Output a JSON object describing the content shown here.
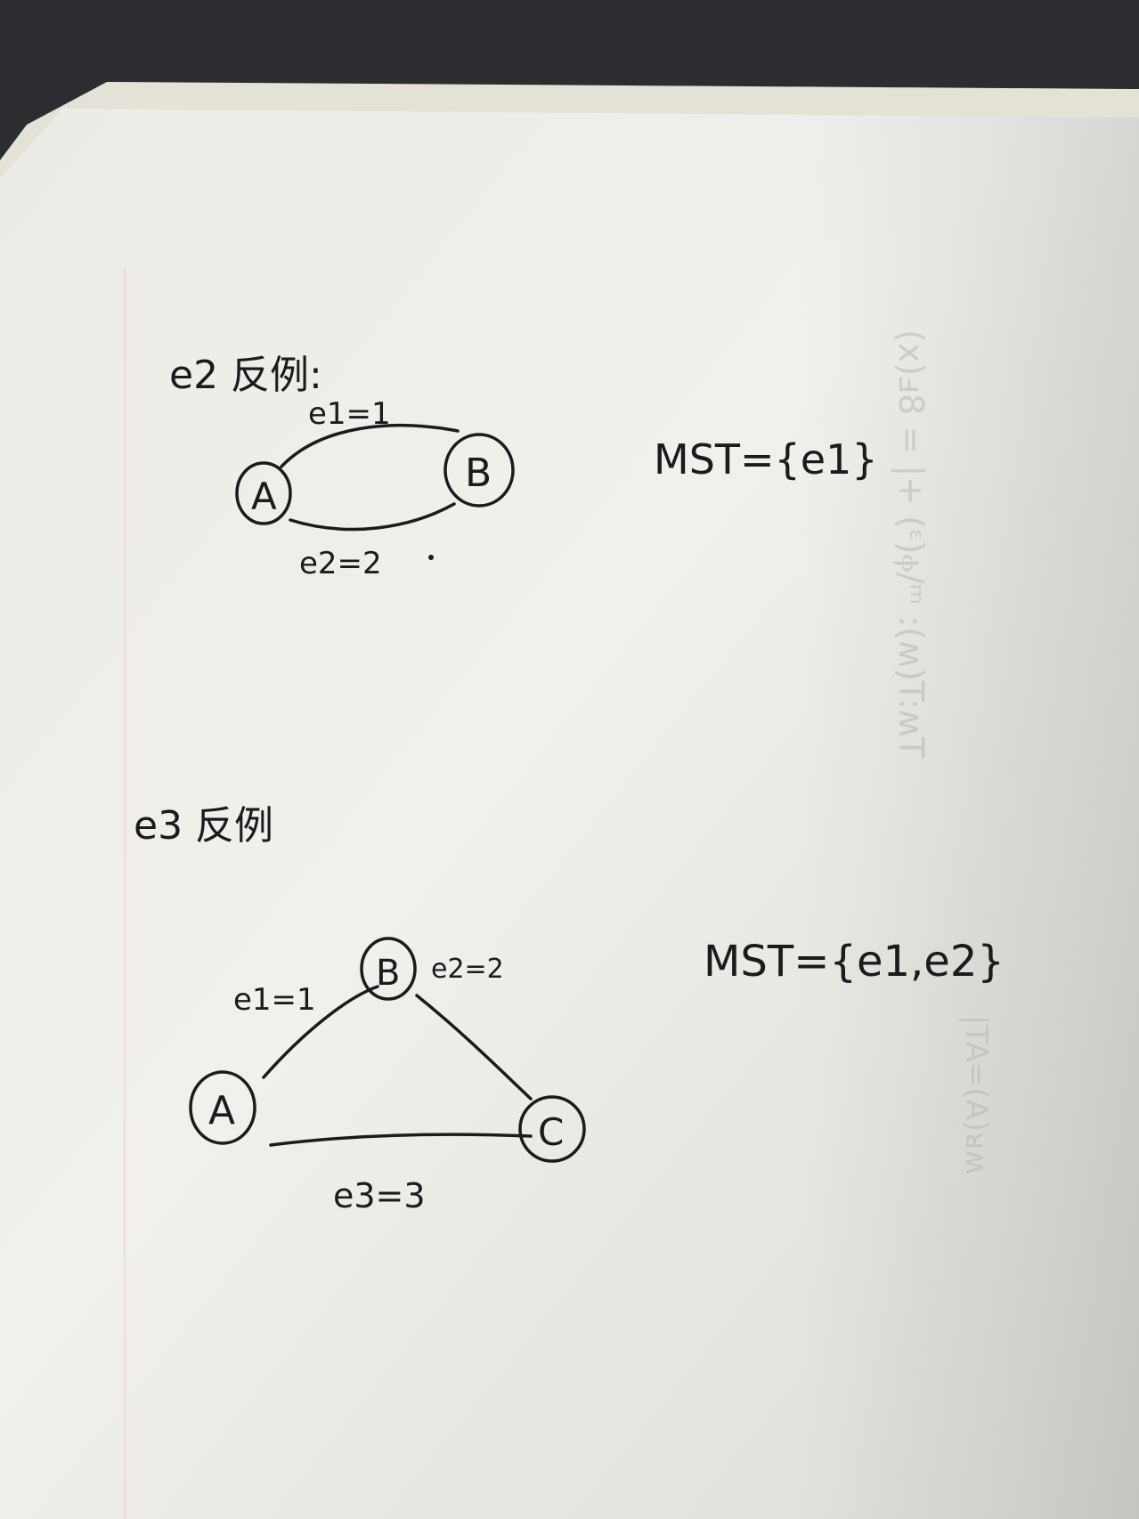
{
  "section1": {
    "heading": "e2 反例:",
    "edge_top": "e1=1",
    "edge_bottom": "e2=2",
    "node_a": "A",
    "node_b": "B",
    "mst": "MST={e1}"
  },
  "section2": {
    "heading": "e3 反例",
    "edge_ab": "e1=1",
    "edge_bc": "e2=2",
    "edge_ac": "e3=3",
    "node_a": "A",
    "node_b": "B",
    "node_c": "C",
    "mst": "MST={e1,e2}"
  }
}
